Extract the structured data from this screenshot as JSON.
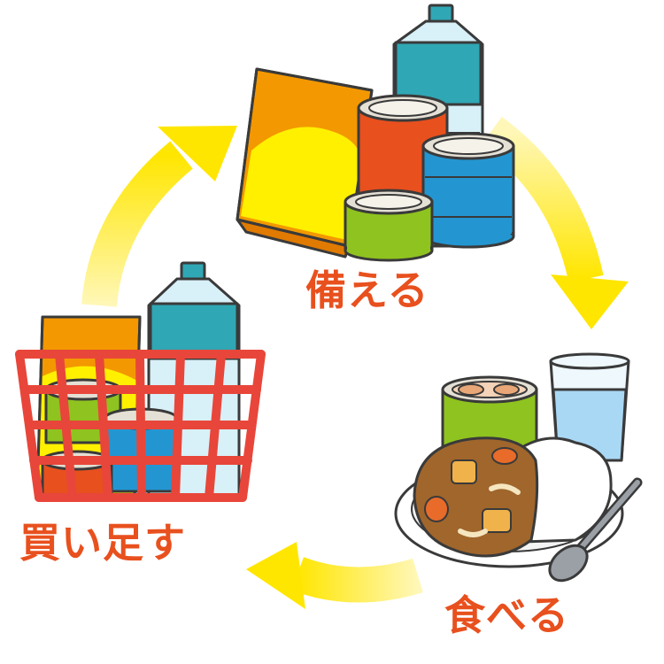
{
  "labels": {
    "stock": "備える",
    "eat": "食べる",
    "buy": "買い足す"
  },
  "colors": {
    "label_text": "#e8501e",
    "arrow_yellow": "#ffe600",
    "outline": "#3a3a3a",
    "orange_box": "#f39800",
    "box_yellow": "#fff000",
    "water_teal": "#30a7b4",
    "water_light": "#d8f0f8",
    "can_red": "#e8501e",
    "can_blue": "#2396d2",
    "can_green": "#8fc31f",
    "basket_red": "#e8463a",
    "curry_brown": "#a0662c",
    "potato": "#f0b24a",
    "carrot": "#e86b2a",
    "glass_water": "#a9d8f5",
    "spoon_gray": "#9aa0a6"
  }
}
